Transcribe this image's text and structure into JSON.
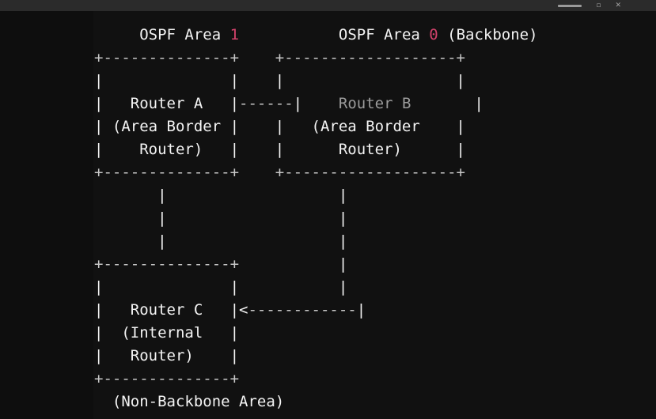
{
  "window": {
    "chrome": {
      "minimize_glyph": "—",
      "maximize_glyph": "▫",
      "close_glyph": "✕"
    }
  },
  "terminal": {
    "background": "#111111",
    "gutter_background": "#0e0e0e",
    "foreground": "#f2f2f2",
    "dim_foreground": "#9b9b9b",
    "accent": "#d2426b",
    "rule_color": "#c8c8c8"
  },
  "diagram": {
    "type": "ascii-network-topology",
    "title_left": "OSPF Area 1",
    "title_right": "OSPF Area 0 (Backbone)",
    "footer": "(Non-Backbone Area)",
    "areas": [
      {
        "id": "area-1",
        "label": "OSPF Area 1",
        "number": "1",
        "prefix": "OSPF Area ",
        "suffix": "",
        "kind": "non-backbone"
      },
      {
        "id": "area-0",
        "label": "OSPF Area 0 (Backbone)",
        "number": "0",
        "prefix": "OSPF Area ",
        "suffix": " (Backbone)",
        "kind": "backbone"
      }
    ],
    "nodes": [
      {
        "id": "router-a",
        "name": "Router A",
        "role_line_1": "(Area Border",
        "role_line_2": "Router)",
        "area": "area-1",
        "emphasis": "bright"
      },
      {
        "id": "router-b",
        "name": "Router B",
        "role_line_1": "(Area Border",
        "role_line_2": "Router)",
        "area": "area-0",
        "emphasis": "dim"
      },
      {
        "id": "router-c",
        "name": "Router C",
        "role_line_1": "(Internal",
        "role_line_2": "Router)",
        "area": "area-1",
        "emphasis": "bright"
      }
    ],
    "links": [
      {
        "id": "link-a-b",
        "from": "router-a",
        "to": "router-b",
        "style": "dashed",
        "arrow": "none"
      },
      {
        "id": "link-b-c",
        "from": "router-b",
        "to": "router-c",
        "style": "dashed",
        "arrow": "left"
      },
      {
        "id": "link-a-c",
        "from": "router-a",
        "to": "router-c",
        "style": "vertical",
        "arrow": "none"
      }
    ],
    "lines": [
      {
        "id": "line-header",
        "segments": [
          {
            "text": "     OSPF Area ",
            "style": "bright"
          },
          {
            "text": "1",
            "style": "accent"
          },
          {
            "text": "           OSPF Area ",
            "style": "bright"
          },
          {
            "text": "0",
            "style": "accent"
          },
          {
            "text": " (Backbone)",
            "style": "bright"
          }
        ]
      },
      {
        "id": "line-1",
        "segments": [
          {
            "text": "+--------------+    +-------------------+",
            "style": "rule"
          }
        ]
      },
      {
        "id": "line-2",
        "segments": [
          {
            "text": "|              |    |                   |",
            "style": "bright"
          }
        ]
      },
      {
        "id": "line-3",
        "segments": [
          {
            "text": "|   Router A   |",
            "style": "bright"
          },
          {
            "text": "------",
            "style": "rule"
          },
          {
            "text": "|",
            "style": "bright"
          },
          {
            "text": "    Router B       ",
            "style": "dim"
          },
          {
            "text": "|",
            "style": "bright"
          }
        ]
      },
      {
        "id": "line-4",
        "segments": [
          {
            "text": "| (Area Border |    |   (Area Border    |",
            "style": "bright"
          }
        ]
      },
      {
        "id": "line-5",
        "segments": [
          {
            "text": "|    Router)   |    |      Router)      |",
            "style": "bright"
          }
        ]
      },
      {
        "id": "line-6",
        "segments": [
          {
            "text": "+--------------+    +-------------------+",
            "style": "rule"
          }
        ]
      },
      {
        "id": "line-7",
        "segments": [
          {
            "text": "       |                   |",
            "style": "bright"
          }
        ]
      },
      {
        "id": "line-8",
        "segments": [
          {
            "text": "       |                   |",
            "style": "bright"
          }
        ]
      },
      {
        "id": "line-9",
        "segments": [
          {
            "text": "       |                   |",
            "style": "bright"
          }
        ]
      },
      {
        "id": "line-10",
        "segments": [
          {
            "text": "+--------------+",
            "style": "rule"
          },
          {
            "text": "           |",
            "style": "bright"
          }
        ]
      },
      {
        "id": "line-11",
        "segments": [
          {
            "text": "|              |           |",
            "style": "bright"
          }
        ]
      },
      {
        "id": "line-12",
        "segments": [
          {
            "text": "|   Router C   |<",
            "style": "bright"
          },
          {
            "text": "------------",
            "style": "rule"
          },
          {
            "text": "|",
            "style": "bright"
          }
        ]
      },
      {
        "id": "line-13",
        "segments": [
          {
            "text": "|  (Internal   |",
            "style": "bright"
          }
        ]
      },
      {
        "id": "line-14",
        "segments": [
          {
            "text": "|   Router)    |",
            "style": "bright"
          }
        ]
      },
      {
        "id": "line-15",
        "segments": [
          {
            "text": "+--------------+",
            "style": "rule"
          }
        ]
      },
      {
        "id": "line-16",
        "segments": [
          {
            "text": "  (Non-Backbone Area)",
            "style": "bright"
          }
        ]
      }
    ]
  }
}
